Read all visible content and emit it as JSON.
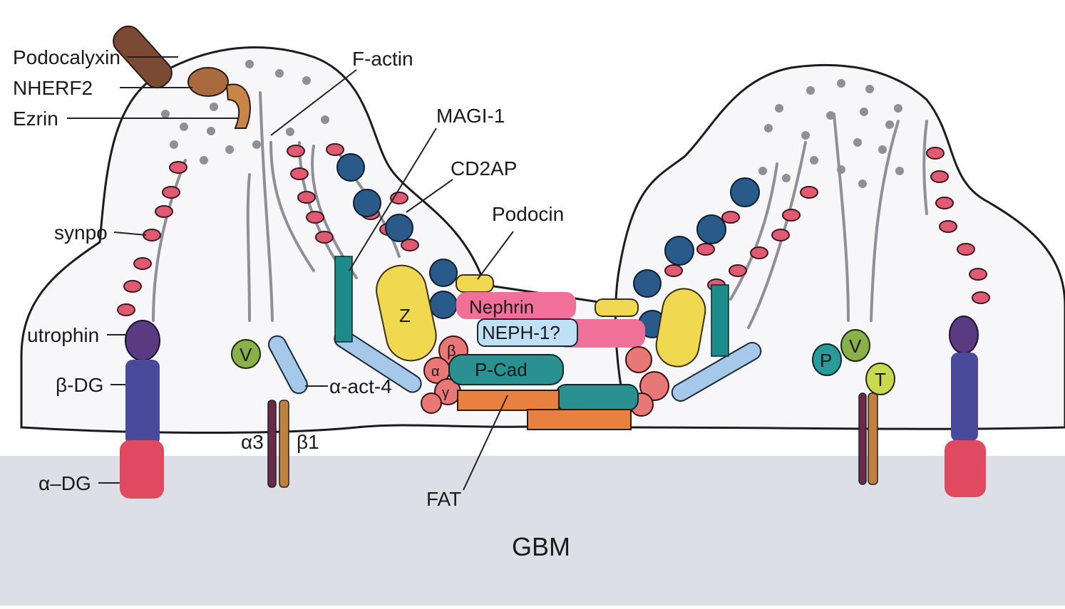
{
  "labels": {
    "podocalyxin": "Podocalyxin",
    "nherf2": "NHERF2",
    "ezrin": "Ezrin",
    "f_actin": "F-actin",
    "magi1": "MAGI-1",
    "cd2ap": "CD2AP",
    "podocin": "Podocin",
    "synpo": "synpo",
    "utrophin": "utrophin",
    "beta_dg": "β-DG",
    "alpha_dg": "α–DG",
    "alpha_act4": "α-act-4",
    "alpha3": "α3",
    "beta1": "β1",
    "fat": "FAT",
    "gbm": "GBM",
    "nephrin": "Nephrin",
    "neph1": "NEPH-1?",
    "pcad": "P-Cad",
    "z": "Z",
    "v": "V",
    "p": "P",
    "t": "T",
    "alpha": "α",
    "beta": "β",
    "gamma": "γ"
  },
  "colors": {
    "podocalyxin": "#7a4a35",
    "nherf2": "#a86a3e",
    "ezrin": "#c8854a",
    "synpo": "#d65468",
    "utrophin": "#5a3a80",
    "dg_beta": "#4a4a9c",
    "dg_alpha": "#e04a60",
    "actinin": "#a6c9ea",
    "teal": "#1f8a8a",
    "cd2ap": "#2a5a8a",
    "zo1": "#f0d850",
    "nephrin": "#f0709a",
    "neph1": "#bfe0f5",
    "pcad": "#2a9090",
    "catenin": "#e87878",
    "fat": "#e88040",
    "vinculin": "#8ab04a",
    "paxillin": "#2a9a9a",
    "talin": "#c8d850",
    "gbm": "#dcdfe6"
  }
}
